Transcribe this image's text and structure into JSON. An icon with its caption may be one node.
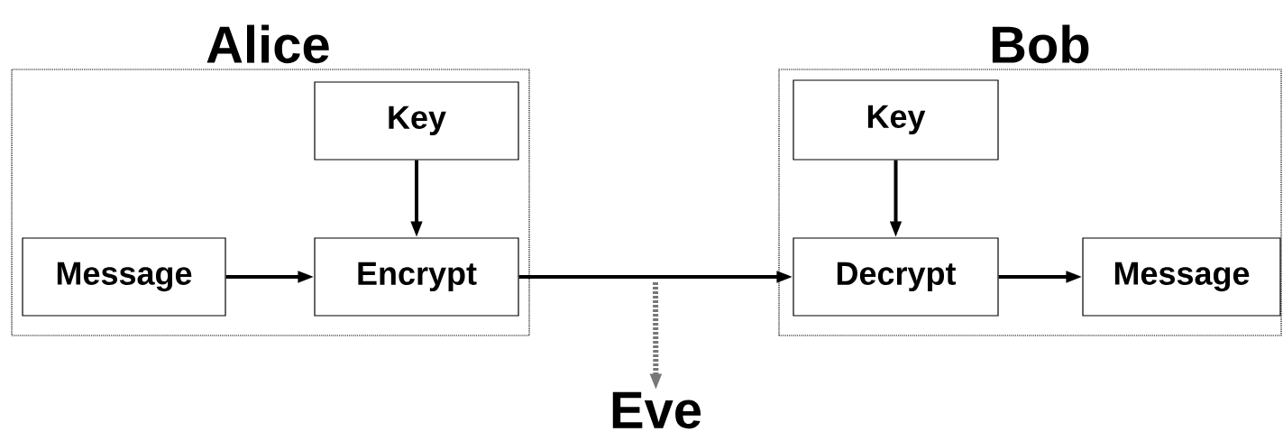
{
  "diagram": {
    "nodes": [
      {
        "text": [
          "Alice"
        ]
      },
      {
        "text": [
          "Key"
        ],
        "in": 0
      },
      {
        "text": [
          "Message"
        ],
        "in": 0
      },
      {
        "text": [
          "Encrypt"
        ],
        "in": 0
      },
      {
        "text": [
          "Bob"
        ]
      },
      {
        "text": [
          "Key"
        ],
        "in": 4
      },
      {
        "text": [
          "Decrypt"
        ],
        "in": 4
      },
      {
        "text": [
          "Message"
        ],
        "in": 4
      },
      {
        "text": [
          "Eve"
        ]
      }
    ],
    "edges": [
      {
        "from": 1,
        "to": 3,
        "arrow": "to"
      },
      {
        "from": 2,
        "to": 3,
        "arrow": "to"
      },
      {
        "from": 3,
        "to": 6,
        "arrow": "to"
      },
      {
        "from": 5,
        "to": 6,
        "arrow": "to"
      },
      {
        "from": 6,
        "to": 7,
        "arrow": "to"
      },
      {
        "from": null,
        "to": 8,
        "arrow": "to",
        "style": "dashed",
        "color": "#777777"
      }
    ]
  }
}
